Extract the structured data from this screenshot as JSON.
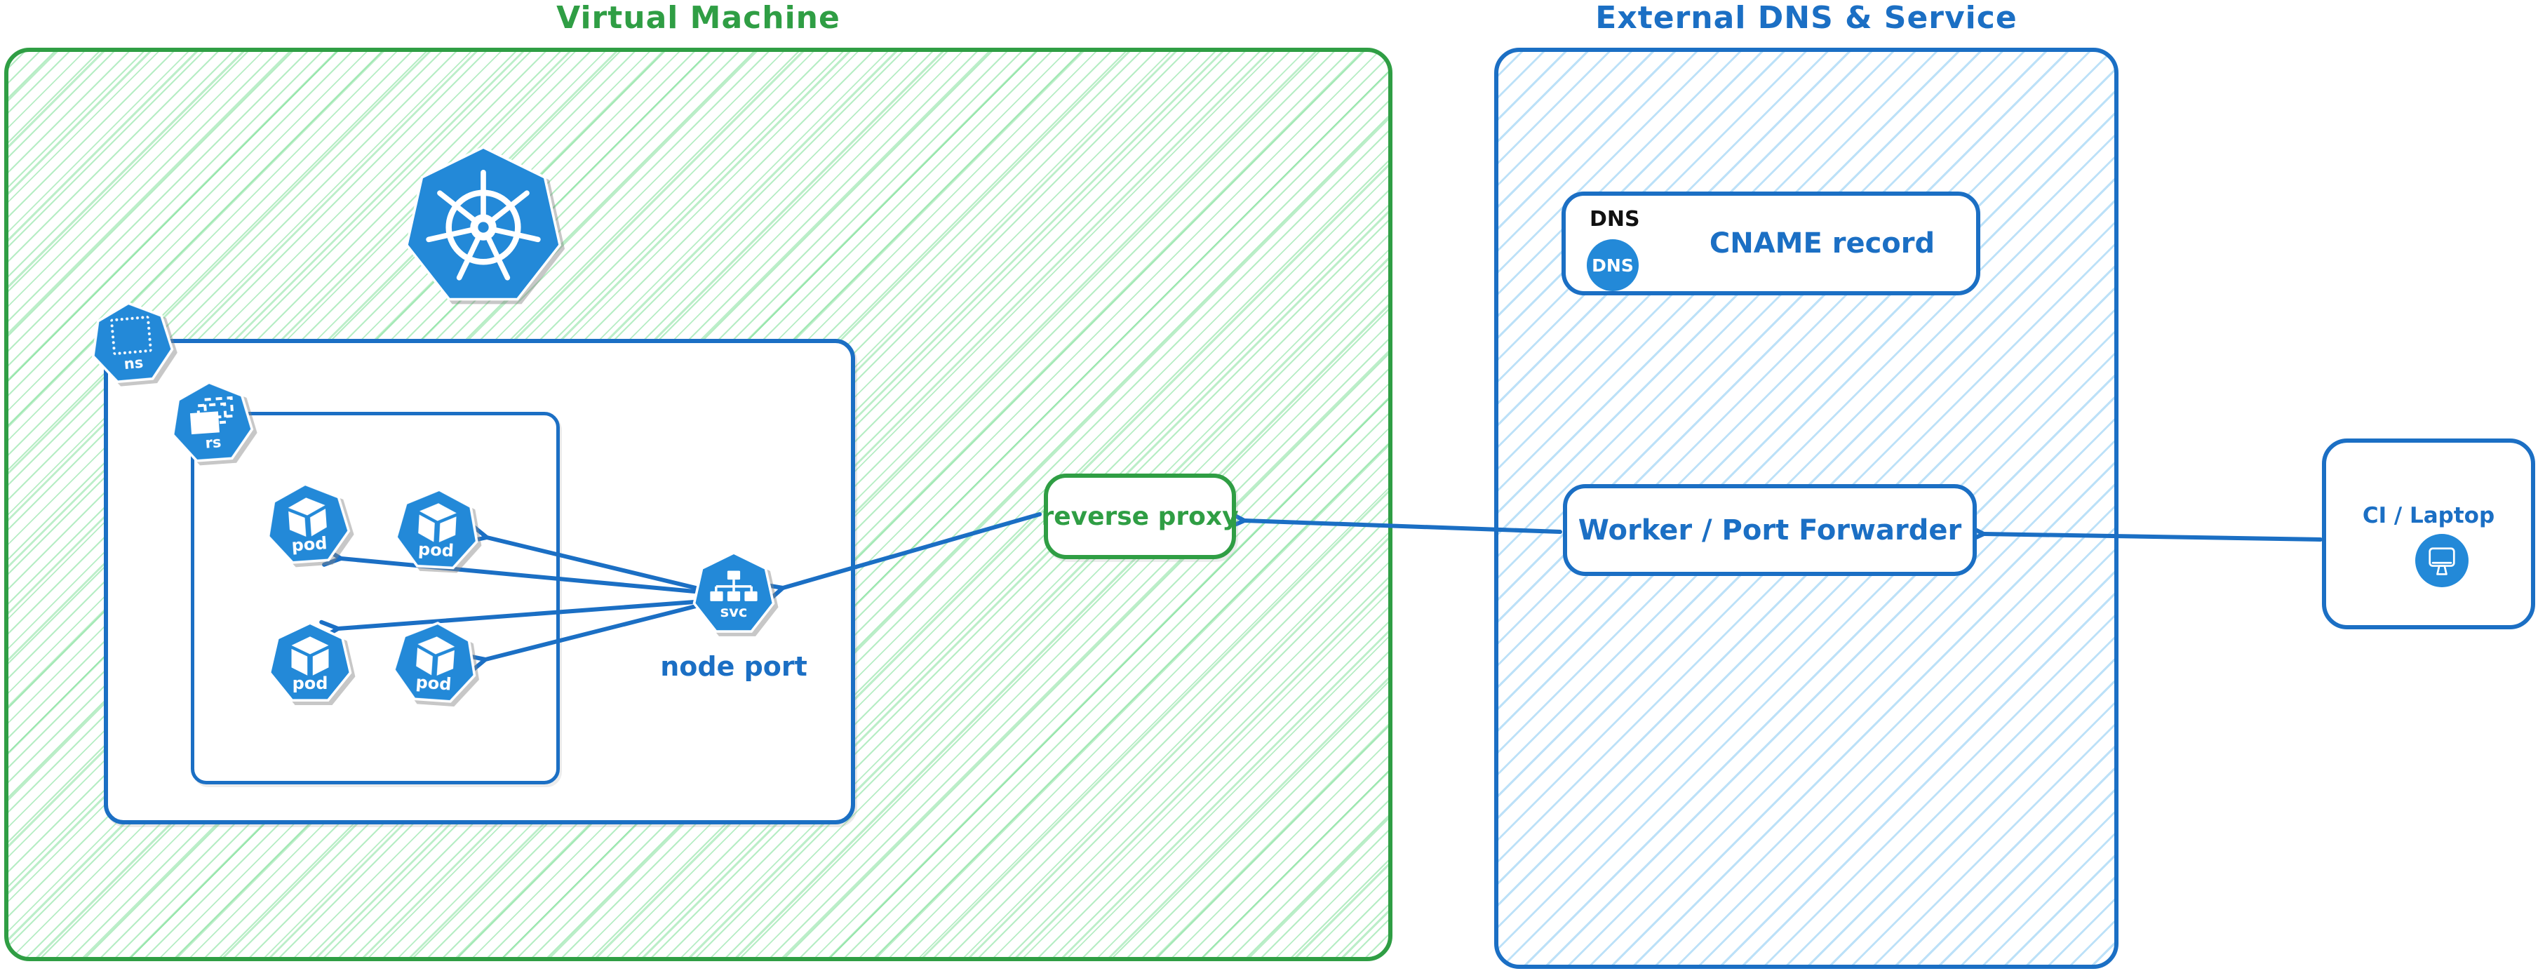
{
  "colors": {
    "green": "#2f9e44",
    "green_hatch": "#79de93",
    "blue": "#1b6fc4",
    "blue_hatch": "#90cdf4",
    "icon_blue": "#2389d8"
  },
  "vm": {
    "title": "Virtual Machine",
    "namespace_label": "ns",
    "replicaset_label": "rs",
    "pod_label": "pod",
    "service_label": "svc",
    "service_caption": "node port",
    "reverse_proxy_label": "reverse proxy"
  },
  "external": {
    "title": "External DNS & Service",
    "dns_tag": "DNS",
    "dns_badge": "DNS",
    "cname_label": "CNAME record",
    "worker_label": "Worker / Port Forwarder"
  },
  "client": {
    "label": "CI / Laptop"
  }
}
